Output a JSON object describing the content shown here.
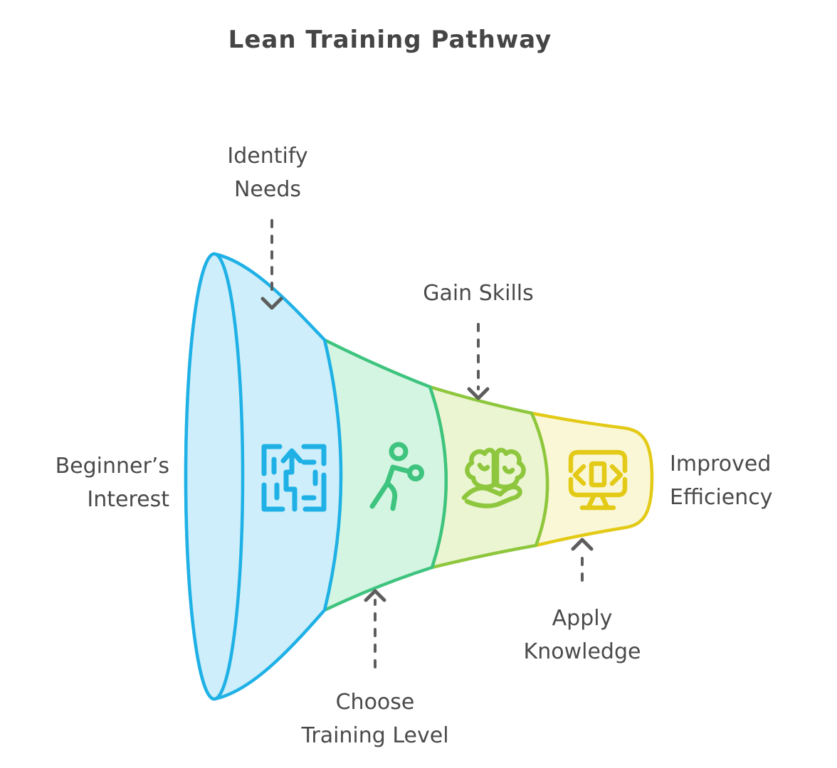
{
  "title": "Lean Training Pathway",
  "funnel": {
    "input_label": "Beginner’s\nInterest",
    "output_label": "Improved\nEfficiency",
    "stages": [
      {
        "label": "Identify\nNeeds",
        "icon": "maze-arrow-icon",
        "callout_side": "top"
      },
      {
        "label": "Choose\nTraining Level",
        "icon": "boxer-icon",
        "callout_side": "bottom"
      },
      {
        "label": "Gain Skills",
        "icon": "brain-in-hand-icon",
        "callout_side": "top"
      },
      {
        "label": "Apply\nKnowledge",
        "icon": "code-monitor-icon",
        "callout_side": "bottom"
      }
    ]
  },
  "colors": {
    "stage1_stroke": "#1fb1e6",
    "stage1_fill": "#cdeefa",
    "stage2_stroke": "#3ec47e",
    "stage2_fill": "#d5f5e3",
    "stage3_stroke": "#8ec73e",
    "stage3_fill": "#ebf5d2",
    "stage4_stroke": "#e3ca16",
    "stage4_fill": "#faf7d6",
    "label_text": "#4a4a4a",
    "title_text": "#454545",
    "arrow": "#5d5d5d"
  }
}
